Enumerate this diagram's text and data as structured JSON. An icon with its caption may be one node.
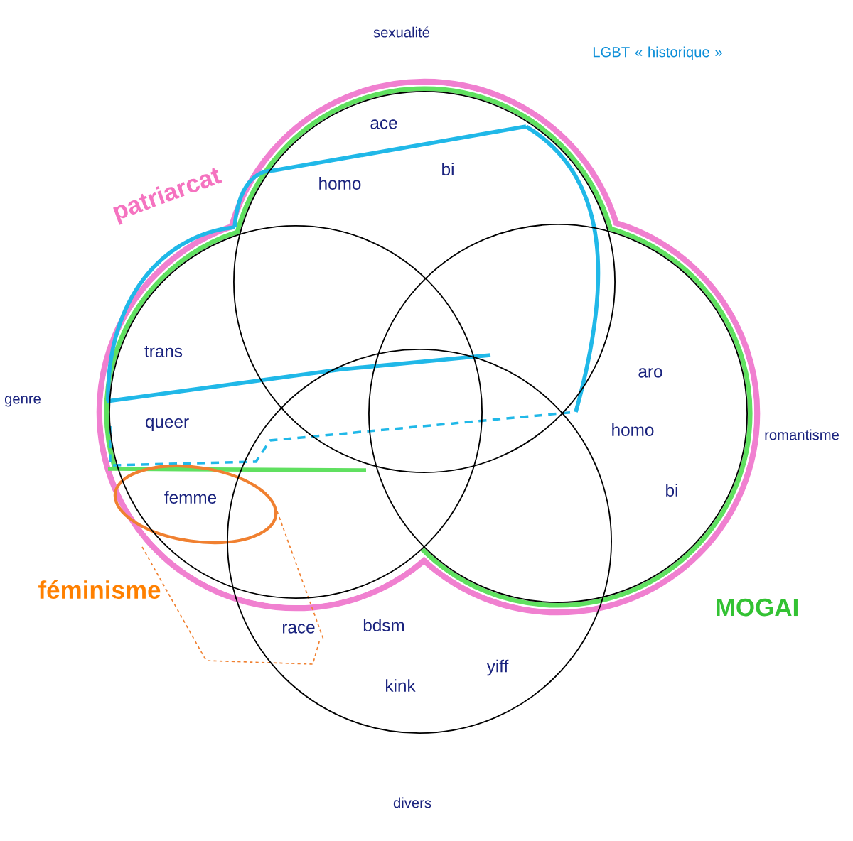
{
  "diagram": {
    "nodes": [
      {
        "text": [
          "sexualité",
          "ace",
          "homo",
          "bi"
        ]
      },
      {
        "text": [
          "genre",
          "trans",
          "queer",
          "femme"
        ]
      },
      {
        "text": [
          "romantisme",
          "aro",
          "homo",
          "bi"
        ]
      },
      {
        "text": [
          "divers",
          "race",
          "bdsm",
          "kink",
          "yiff"
        ]
      }
    ],
    "labels": [
      "LGBT « historique »",
      "patriarcat",
      "féminisme",
      "MOGAI"
    ]
  }
}
